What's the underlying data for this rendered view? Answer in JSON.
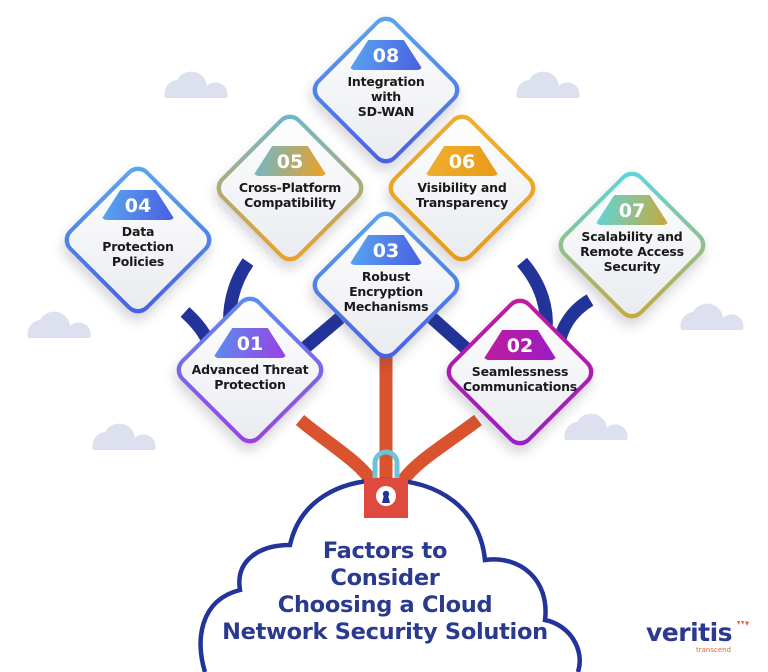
{
  "title": {
    "lines": [
      "Factors to",
      "Consider",
      "Choosing a Cloud",
      "Network Security Solution"
    ],
    "color": "#2a3a8f"
  },
  "factors": [
    {
      "number": "01",
      "label_lines": [
        "Advanced Threat",
        "Protection"
      ],
      "gradient": [
        "#5a8ff0",
        "#9b3fe0"
      ]
    },
    {
      "number": "02",
      "label_lines": [
        "Seamlessness",
        "Communications"
      ],
      "gradient": [
        "#c01c9a",
        "#9a1cc8"
      ]
    },
    {
      "number": "03",
      "label_lines": [
        "Robust",
        "Encryption",
        "Mechanisms"
      ],
      "gradient": [
        "#5aa8f0",
        "#4a5de0"
      ]
    },
    {
      "number": "04",
      "label_lines": [
        "Data",
        "Protection",
        "Policies"
      ],
      "gradient": [
        "#5aa8f0",
        "#4a5de0"
      ]
    },
    {
      "number": "05",
      "label_lines": [
        "Cross-Platform",
        "Compatibility"
      ],
      "gradient": [
        "#6ab8d0",
        "#f0a020"
      ]
    },
    {
      "number": "06",
      "label_lines": [
        "Visibility and",
        "Transparency"
      ],
      "gradient": [
        "#f0b030",
        "#e89a18"
      ]
    },
    {
      "number": "07",
      "label_lines": [
        "Scalability and",
        "Remote Access",
        "Security"
      ],
      "gradient": [
        "#5ad8e0",
        "#c8a838"
      ]
    },
    {
      "number": "08",
      "label_lines": [
        "Integration",
        "with",
        "SD-WAN"
      ],
      "gradient": [
        "#5aa8f0",
        "#4a5de0"
      ]
    }
  ],
  "colors": {
    "branch": "#22339a",
    "trunk": "#d9542e",
    "lock_body": "#e04a3e",
    "lock_shackle": "#6ec3d8",
    "cloud_outline": "#22339a",
    "bg_cloud": "#dde0ee"
  },
  "icons": {
    "lock": "padlock-icon",
    "keyhole": "keyhole-icon"
  },
  "brand": {
    "name": "veritis",
    "tagline": "transcend"
  }
}
